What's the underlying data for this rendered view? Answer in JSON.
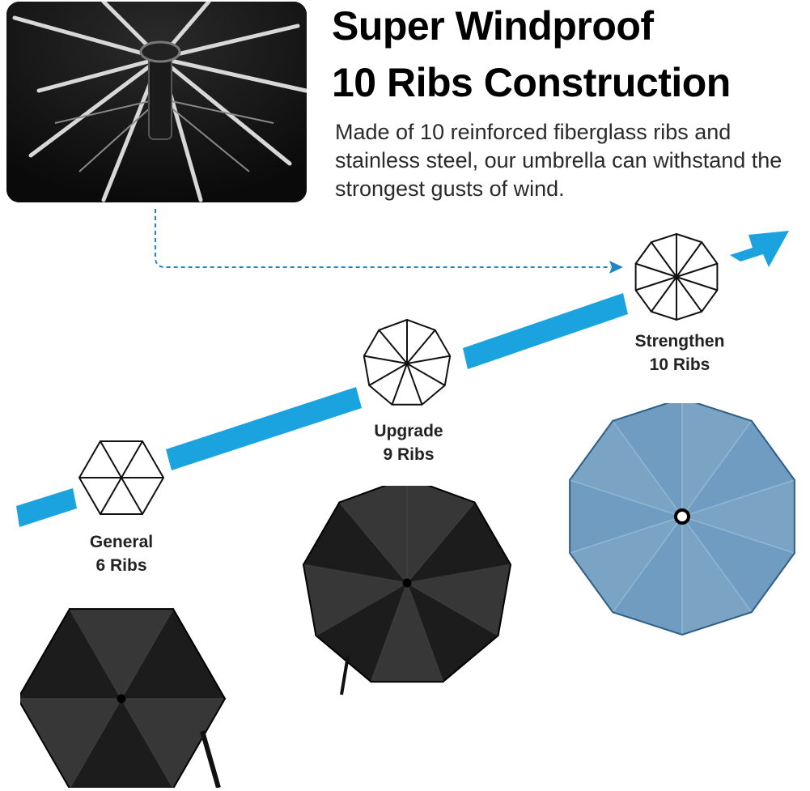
{
  "heading": {
    "line1": "Super Windproof",
    "line2": "10 Ribs Construction"
  },
  "description": "Made of 10 reinforced fiberglass ribs and stainless steel, our umbrella can withstand the strongest gusts of wind.",
  "stages": [
    {
      "name": "General",
      "ribs": "6 Ribs",
      "rib_count": 6,
      "canopy_color": "#1c1c1c"
    },
    {
      "name": "Upgrade",
      "ribs": "9 Ribs",
      "rib_count": 9,
      "canopy_color": "#1c1c1c"
    },
    {
      "name": "Strengthen",
      "ribs": "10 Ribs",
      "rib_count": 10,
      "canopy_color": "#6f9cc0"
    }
  ],
  "colors": {
    "arrow": "#1aa3df",
    "dashed_connector": "#1f86c4",
    "text": "#000000"
  },
  "icons": {
    "arrow": "arrow-right-icon"
  }
}
